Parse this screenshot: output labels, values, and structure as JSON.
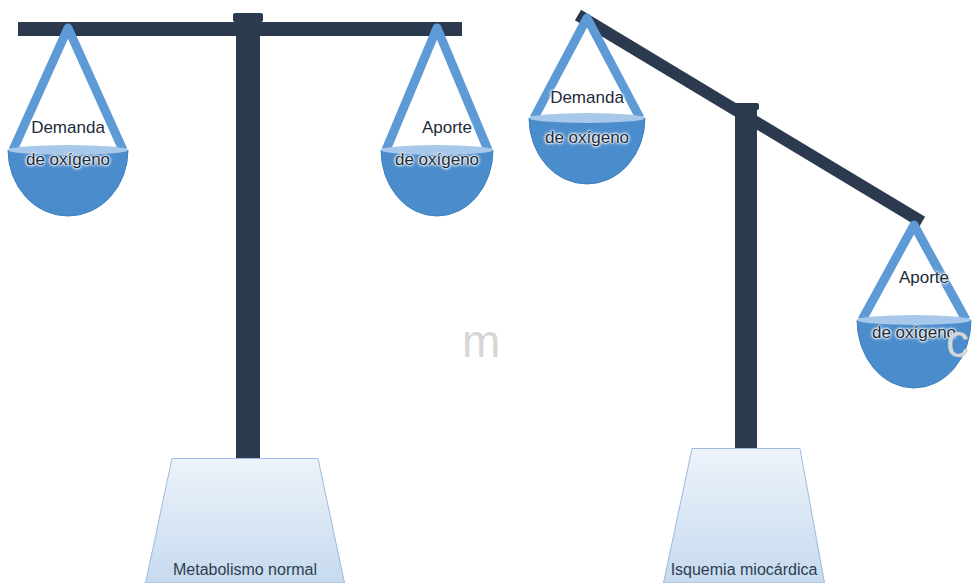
{
  "diagram": {
    "nodes": [
      {
        "text": [
          "Demanda de oxígeno"
        ]
      },
      {
        "text": [
          "Aporte de oxígeno"
        ]
      },
      {
        "text": [
          "Metabolismo normal"
        ]
      },
      {
        "text": [
          "Demanda de oxígeno"
        ]
      },
      {
        "text": [
          "Aporte de oxígeno"
        ]
      },
      {
        "text": [
          "Isquemia miocárdica"
        ]
      }
    ],
    "labels": [
      "m",
      "c"
    ]
  }
}
